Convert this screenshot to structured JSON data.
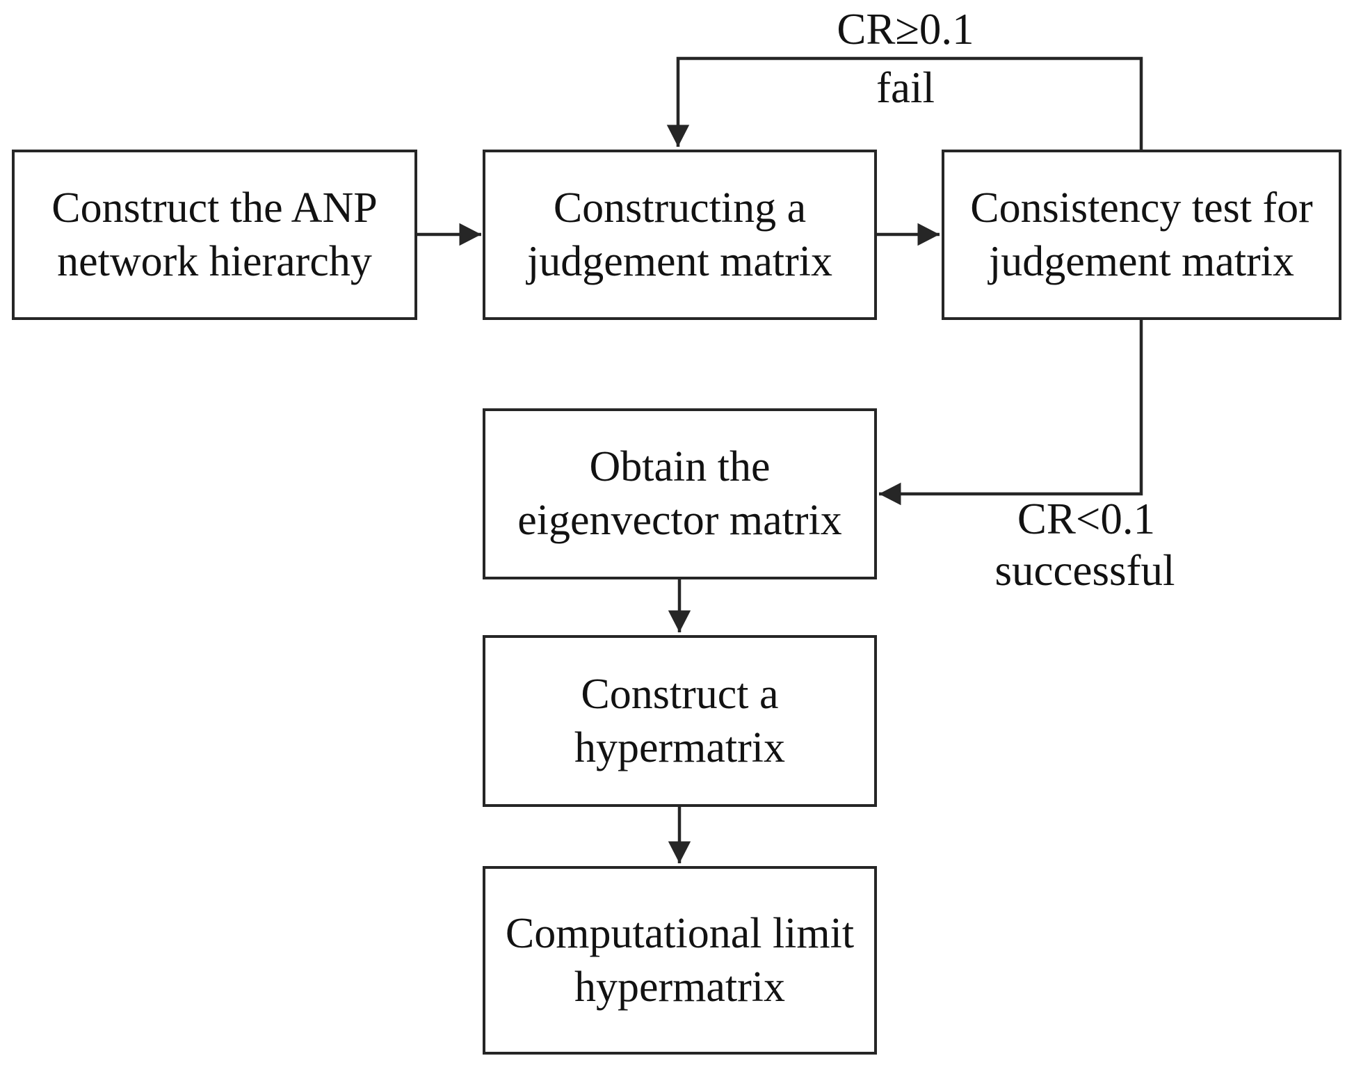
{
  "figure": {
    "type": "flowchart",
    "background_color": "#ffffff",
    "line_color": "#262626",
    "text_color": "#121212",
    "boxes": [
      {
        "id": "construct-anp-network-hierarchy",
        "label": "Construct the ANP\nnetwork hierarchy"
      },
      {
        "id": "constructing-judgement-matrix",
        "label": "Constructing a\njudgement matrix"
      },
      {
        "id": "consistency-test-judgement-matrix",
        "label": "Consistency test for\njudgement matrix"
      },
      {
        "id": "obtain-eigenvector-matrix",
        "label": "Obtain the\neigenvector matrix"
      },
      {
        "id": "construct-hypermatrix",
        "label": "Construct a\nhypermatrix"
      },
      {
        "id": "computational-limit-hypermatrix",
        "label": "Computational limit\nhypermatrix"
      }
    ],
    "edge_labels": {
      "fail_condition": "CR≥0.1",
      "fail_text": "fail",
      "success_condition": "CR<0.1",
      "success_text": "successful"
    }
  }
}
